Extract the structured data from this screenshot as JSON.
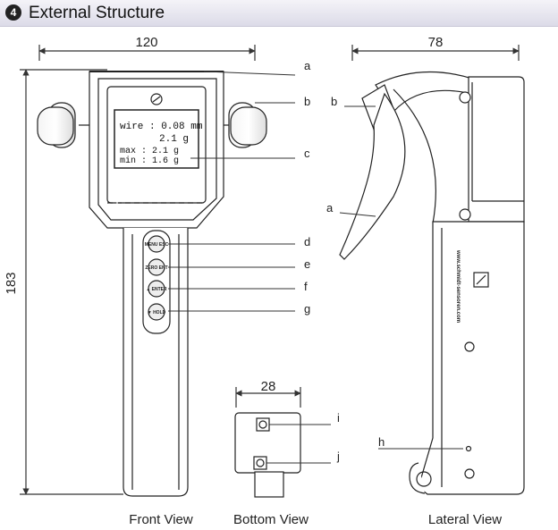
{
  "section": {
    "number": "4",
    "title": "External Structure"
  },
  "dimensions": {
    "front_width": "120",
    "height": "183",
    "lateral_width": "78",
    "bottom_width": "28"
  },
  "callouts": {
    "a": "a",
    "b": "b",
    "c": "c",
    "d": "d",
    "e": "e",
    "f": "f",
    "g": "g",
    "h": "h",
    "i": "i",
    "j": "j"
  },
  "display": {
    "wire": "wire : 0.08 mm",
    "value": "2.1 g",
    "max": "max : 2.1 g",
    "min": "min : 1.6 g"
  },
  "buttons": {
    "d": "MENU ESC",
    "e": "ZERO ENT",
    "f": "▲ ENTER",
    "g": "▼ HOLD"
  },
  "side_text": "www.schmidt-sensoren.com",
  "view_labels": {
    "front": "Front View",
    "bottom": "Bottom View",
    "lateral": "Lateral View"
  }
}
